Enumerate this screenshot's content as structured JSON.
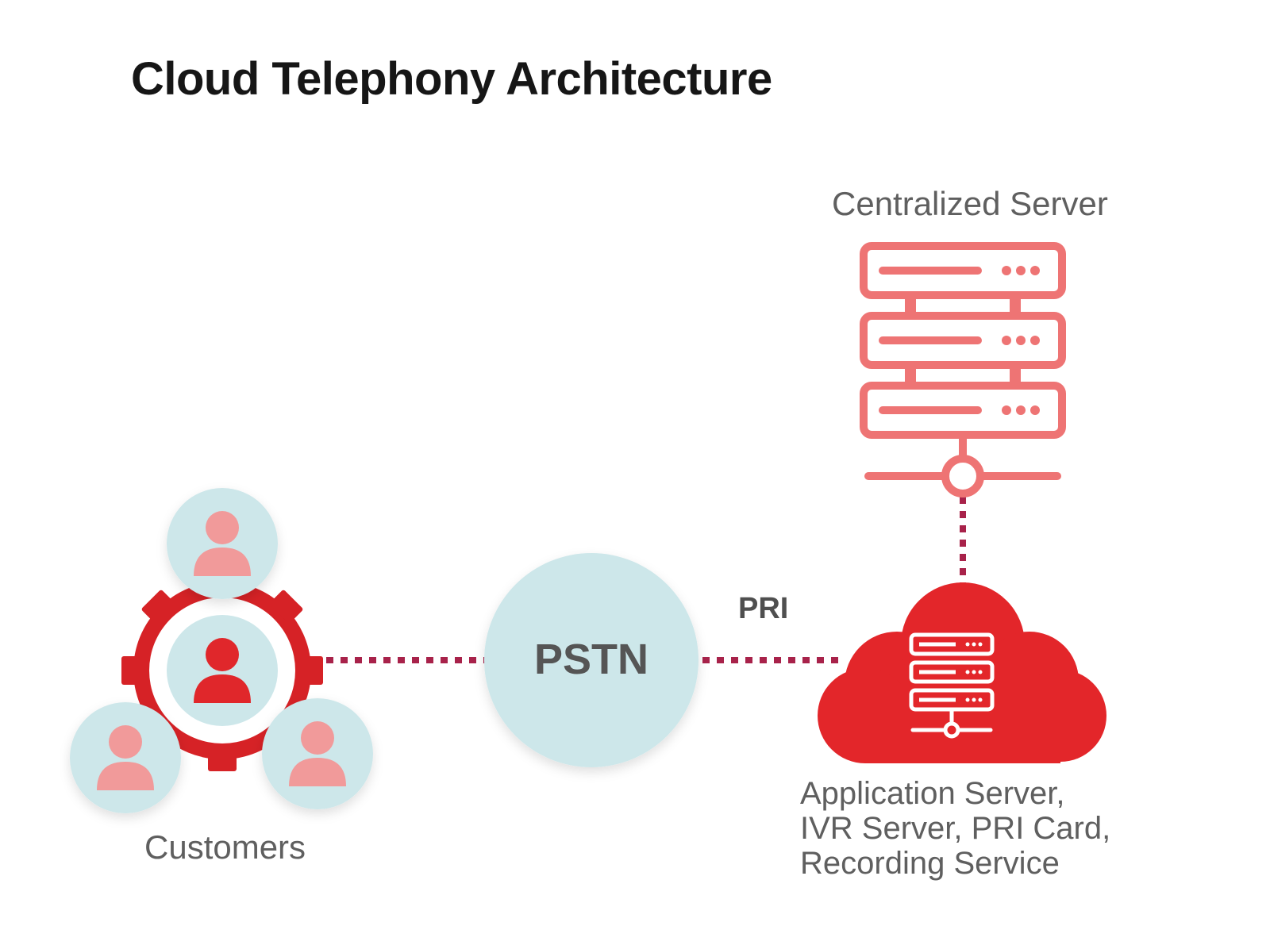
{
  "title": "Cloud Telephony Architecture",
  "nodes": {
    "centralized_server": {
      "label": "Centralized Server"
    },
    "pstn": {
      "label": "PSTN"
    },
    "customers": {
      "label": "Customers"
    },
    "cloud": {
      "label_lines": [
        "Application Server,",
        "IVR Server, PRI Card,",
        "Recording Service"
      ]
    }
  },
  "links": {
    "pri": {
      "label": "PRI"
    }
  },
  "icons": {
    "server": "server-rack-icon",
    "cloud": "cloud-icon",
    "gear": "gear-icon",
    "user": "user-icon"
  },
  "colors": {
    "server_outline": "#ee7474",
    "cloud_fill": "#e3262a",
    "gear_fill": "#d62226",
    "circle_fill": "#cde7ea",
    "user_light": "#f19a9a",
    "user_dark": "#e0272b",
    "connector": "#a8224a",
    "label_text": "#5f5f5f",
    "title_text": "#161616"
  }
}
